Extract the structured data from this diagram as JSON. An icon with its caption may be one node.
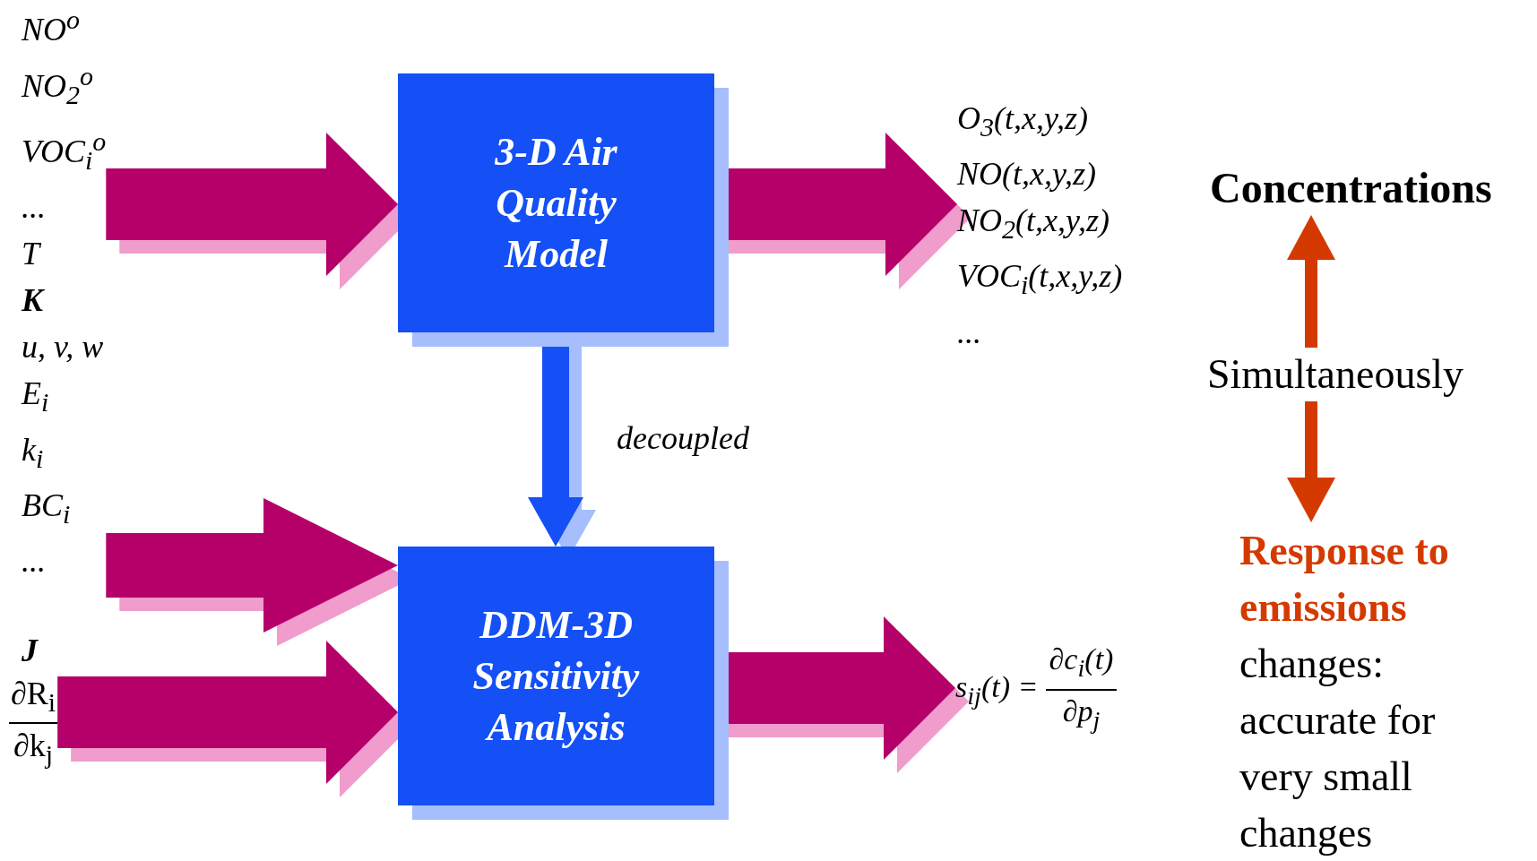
{
  "diagram": {
    "nodes": [
      {
        "text": [
          "NO$^{o}$",
          "NO$_{2}$$^{o}$",
          "VOC$_{i}$$^{o}$",
          "...",
          "T",
          "K",
          "u, v, w",
          "E$_{i}$",
          "k$_{i}$",
          "BC$_{i}$",
          "..."
        ]
      },
      {
        "text": [
          "J",
          "∂R$_{i}$",
          "∂k$_{j}$"
        ]
      },
      {
        "text": [
          "3-D Air Quality Model"
        ]
      },
      {
        "text": [
          "DDM-3D Sensitivity Analysis"
        ]
      },
      {
        "text": [
          "O$_{3}$(t,x,y,z)",
          "NO(t,x,y,z)",
          "NO$_{2}$(t,x,y,z)",
          "VOC$_{i}$(t,x,y,z)",
          "..."
        ]
      },
      {
        "text": [
          "s$_{ij}$(t) =",
          "∂c$_{i}$(t)",
          "∂p$_{j}$"
        ]
      },
      {
        "text": [
          "Concentrations"
        ]
      },
      {
        "text": [
          "Simultaneously"
        ]
      },
      {
        "text": [
          "Response to emissions",
          "changes: accurate for very small changes"
        ]
      }
    ],
    "edges": [
      {
        "from": 0,
        "to": 2,
        "arrow": "to"
      },
      {
        "from": 0,
        "to": 3,
        "arrow": "to"
      },
      {
        "from": 1,
        "to": 3,
        "arrow": "to"
      },
      {
        "from": 2,
        "to": 3,
        "arrow": "to",
        "label": "decoupled",
        "color": "#1450f5"
      },
      {
        "from": 2,
        "to": 4,
        "arrow": "to"
      },
      {
        "from": 3,
        "to": 5,
        "arrow": "to"
      },
      {
        "from": 7,
        "to": 6,
        "arrow": "to",
        "color": "#d43a00"
      },
      {
        "from": 7,
        "to": 8,
        "arrow": "to",
        "color": "#d43a00"
      }
    ]
  }
}
